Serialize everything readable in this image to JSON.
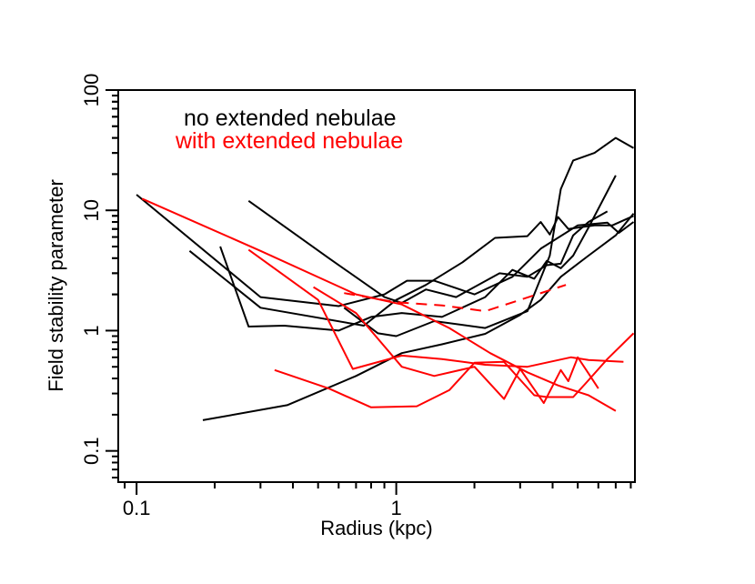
{
  "chart_data": {
    "type": "line",
    "title": "",
    "xlabel": "Radius (kpc)",
    "ylabel": "Field stability parameter",
    "xscale": "log",
    "yscale": "log",
    "xlim": [
      0.085,
      8.3
    ],
    "ylim": [
      0.055,
      100
    ],
    "x_ticks": [
      {
        "value": 0.1,
        "label": "0.1"
      },
      {
        "value": 1,
        "label": "1"
      }
    ],
    "y_ticks": [
      {
        "value": 0.1,
        "label": "0.1"
      },
      {
        "value": 1,
        "label": "1"
      },
      {
        "value": 10,
        "label": "10"
      },
      {
        "value": 100,
        "label": "100"
      }
    ],
    "grid": false,
    "legend": {
      "placement": "top-left",
      "entries": [
        {
          "label": "no extended nebulae",
          "color": "#000000"
        },
        {
          "label": "with extended nebulae",
          "color": "#ff0000"
        }
      ]
    },
    "series": [
      {
        "group": "no extended nebulae",
        "color": "#000000",
        "dash": "solid",
        "points": [
          [
            0.1,
            13.5
          ],
          [
            0.3,
            1.9
          ],
          [
            0.6,
            1.6
          ],
          [
            0.9,
            2.0
          ],
          [
            1.1,
            2.6
          ],
          [
            1.4,
            2.6
          ],
          [
            2.0,
            2.0
          ],
          [
            2.8,
            2.8
          ],
          [
            3.6,
            4.8
          ],
          [
            5.0,
            7.5
          ],
          [
            6.5,
            7.9
          ],
          [
            7.2,
            6.5
          ],
          [
            8.2,
            8.0
          ]
        ]
      },
      {
        "group": "no extended nebulae",
        "color": "#000000",
        "dash": "solid",
        "points": [
          [
            0.16,
            4.6
          ],
          [
            0.3,
            1.55
          ],
          [
            0.75,
            1.1
          ],
          [
            1.0,
            1.8
          ],
          [
            1.3,
            2.4
          ],
          [
            1.8,
            3.7
          ],
          [
            2.4,
            5.9
          ],
          [
            3.2,
            6.1
          ],
          [
            3.6,
            8.0
          ],
          [
            3.9,
            6.3
          ],
          [
            4.2,
            8.8
          ],
          [
            4.6,
            7.0
          ],
          [
            5.8,
            7.5
          ],
          [
            6.8,
            7.5
          ],
          [
            8.2,
            9.0
          ]
        ]
      },
      {
        "group": "no extended nebulae",
        "color": "#000000",
        "dash": "solid",
        "points": [
          [
            0.27,
            12
          ],
          [
            0.55,
            4.0
          ],
          [
            0.9,
            1.9
          ],
          [
            1.05,
            1.7
          ],
          [
            1.3,
            2.2
          ],
          [
            1.7,
            1.9
          ],
          [
            2.5,
            3.0
          ],
          [
            3.2,
            2.8
          ],
          [
            3.8,
            3.5
          ],
          [
            4.3,
            3.6
          ],
          [
            4.8,
            6.2
          ],
          [
            5.5,
            8.0
          ],
          [
            6.5,
            9.8
          ]
        ]
      },
      {
        "group": "no extended nebulae",
        "color": "#000000",
        "dash": "solid",
        "points": [
          [
            0.21,
            5.0
          ],
          [
            0.27,
            1.08
          ],
          [
            0.37,
            1.1
          ],
          [
            0.6,
            1.0
          ],
          [
            0.8,
            1.3
          ],
          [
            1.05,
            1.4
          ],
          [
            1.5,
            1.3
          ],
          [
            2.2,
            1.9
          ],
          [
            2.8,
            3.2
          ],
          [
            3.4,
            2.7
          ],
          [
            3.8,
            3.8
          ],
          [
            4.3,
            3.3
          ],
          [
            4.8,
            4.2
          ],
          [
            5.5,
            7.2
          ],
          [
            7.0,
            19.5
          ]
        ]
      },
      {
        "group": "no extended nebulae",
        "color": "#000000",
        "dash": "solid",
        "points": [
          [
            0.63,
            1.55
          ],
          [
            0.85,
            0.95
          ],
          [
            1.0,
            0.9
          ],
          [
            1.4,
            1.2
          ],
          [
            2.2,
            1.05
          ],
          [
            3.2,
            1.45
          ],
          [
            3.9,
            4.2
          ],
          [
            4.3,
            15
          ],
          [
            4.8,
            26
          ],
          [
            5.8,
            30
          ],
          [
            7.0,
            40
          ],
          [
            8.2,
            33
          ]
        ]
      },
      {
        "group": "no extended nebulae",
        "color": "#000000",
        "dash": "solid",
        "points": [
          [
            0.18,
            0.18
          ],
          [
            0.38,
            0.24
          ],
          [
            0.7,
            0.42
          ],
          [
            1.05,
            0.65
          ],
          [
            1.5,
            0.77
          ],
          [
            2.2,
            0.94
          ],
          [
            3.0,
            1.35
          ],
          [
            3.6,
            1.8
          ],
          [
            4.3,
            2.8
          ],
          [
            5.5,
            4.2
          ],
          [
            7.0,
            6.2
          ],
          [
            8.2,
            9.4
          ]
        ]
      },
      {
        "group": "with extended nebulae",
        "color": "#ff0000",
        "dash": "solid",
        "points": [
          [
            0.105,
            12.5
          ],
          [
            0.3,
            4.6
          ],
          [
            0.7,
            2.0
          ],
          [
            1.05,
            1.65
          ],
          [
            1.6,
            1.05
          ],
          [
            2.3,
            0.65
          ],
          [
            3.2,
            0.45
          ],
          [
            4.2,
            0.35
          ],
          [
            5.5,
            0.29
          ],
          [
            7.0,
            0.215
          ]
        ]
      },
      {
        "group": "with extended nebulae",
        "color": "#ff0000",
        "dash": "solid",
        "points": [
          [
            0.27,
            4.7
          ],
          [
            0.5,
            1.8
          ],
          [
            0.68,
            0.48
          ],
          [
            1.05,
            0.62
          ],
          [
            1.5,
            0.58
          ],
          [
            2.2,
            0.52
          ],
          [
            3.2,
            0.5
          ],
          [
            4.7,
            0.6
          ],
          [
            5.5,
            0.57
          ],
          [
            7.5,
            0.55
          ]
        ]
      },
      {
        "group": "with extended nebulae",
        "color": "#ff0000",
        "dash": "solid",
        "points": [
          [
            0.48,
            2.3
          ],
          [
            0.7,
            1.4
          ],
          [
            1.05,
            0.5
          ],
          [
            1.4,
            0.42
          ],
          [
            2.0,
            0.5
          ],
          [
            2.6,
            0.27
          ],
          [
            3.0,
            0.48
          ],
          [
            3.7,
            0.25
          ],
          [
            4.3,
            0.47
          ],
          [
            4.6,
            0.38
          ],
          [
            5.0,
            0.6
          ],
          [
            5.5,
            0.44
          ],
          [
            6.0,
            0.33
          ]
        ]
      },
      {
        "group": "with extended nebulae",
        "color": "#ff0000",
        "dash": "solid",
        "points": [
          [
            0.34,
            0.47
          ],
          [
            0.55,
            0.33
          ],
          [
            0.8,
            0.23
          ],
          [
            1.2,
            0.235
          ],
          [
            1.6,
            0.32
          ],
          [
            2.0,
            0.54
          ],
          [
            2.6,
            0.55
          ],
          [
            3.4,
            0.29
          ],
          [
            3.8,
            0.28
          ],
          [
            4.8,
            0.28
          ],
          [
            5.4,
            0.37
          ],
          [
            6.5,
            0.58
          ],
          [
            8.2,
            0.95
          ]
        ]
      },
      {
        "group": "with extended nebulae",
        "color": "#ff0000",
        "dash": "dashed",
        "points": [
          [
            0.63,
            2.05
          ],
          [
            1.0,
            1.72
          ],
          [
            1.5,
            1.62
          ],
          [
            2.2,
            1.45
          ],
          [
            3.0,
            1.8
          ],
          [
            4.5,
            2.4
          ]
        ]
      }
    ]
  }
}
